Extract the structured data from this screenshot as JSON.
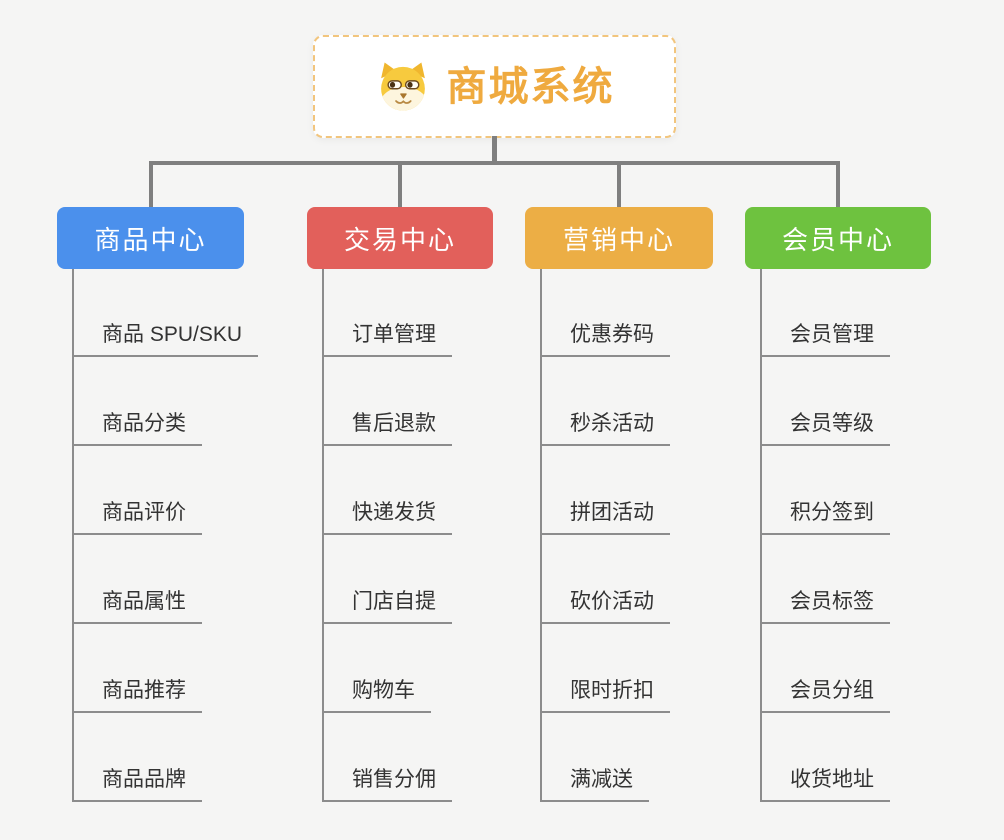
{
  "root": {
    "title": "商城系统",
    "icon": "dog-face-icon",
    "title_color": "#efaa3f",
    "border_color": "#f2c57d"
  },
  "connector_color": "#7f7f7f",
  "leaf_line_color": "#8c8c8c",
  "leaf_text_color": "#333333",
  "background_color": "#f5f5f4",
  "branches": [
    {
      "label": "商品中心",
      "color": "#4b90ec",
      "children": [
        "商品 SPU/SKU",
        "商品分类",
        "商品评价",
        "商品属性",
        "商品推荐",
        "商品品牌"
      ]
    },
    {
      "label": "交易中心",
      "color": "#e2605b",
      "children": [
        "订单管理",
        "售后退款",
        "快递发货",
        "门店自提",
        "购物车",
        "销售分佣"
      ]
    },
    {
      "label": "营销中心",
      "color": "#ecae45",
      "children": [
        "优惠券码",
        "秒杀活动",
        "拼团活动",
        "砍价活动",
        "限时折扣",
        "满减送"
      ]
    },
    {
      "label": "会员中心",
      "color": "#6ec23f",
      "children": [
        "会员管理",
        "会员等级",
        "积分签到",
        "会员标签",
        "会员分组",
        "收货地址"
      ]
    }
  ]
}
